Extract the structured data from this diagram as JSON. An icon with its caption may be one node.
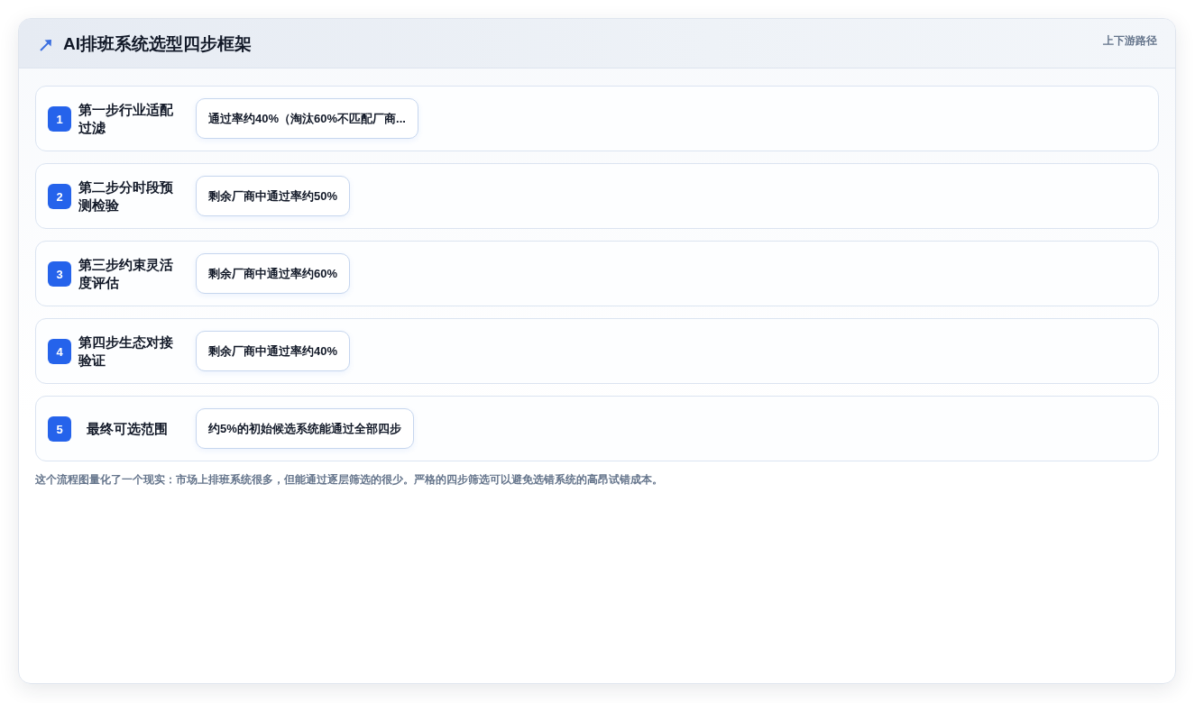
{
  "diagram": {
    "title": "AI排班系统选型四步框架",
    "caption": "这个流程图量化了一个现实：市场上排班系统很多，但能通过逐层筛选的很少。严格的四步筛选可以避免选错系统的高昂试错成本。",
    "nodes": [
      {
        "text": [
          "第一步行业适配过滤"
        ]
      },
      {
        "text": [
          "1"
        ],
        "in": 0
      },
      {
        "text": [
          "通过率约40%（淘汰60%不匹配厂商..."
        ],
        "in": 0
      },
      {
        "text": [
          "第二步分时段预测检验"
        ]
      },
      {
        "text": [
          "2"
        ],
        "in": 3
      },
      {
        "text": [
          "剩余厂商中通过率约50%"
        ],
        "in": 3
      },
      {
        "text": [
          "第三步约束灵活度评估"
        ]
      },
      {
        "text": [
          "3"
        ],
        "in": 6
      },
      {
        "text": [
          "剩余厂商中通过率约60%"
        ],
        "in": 6
      },
      {
        "text": [
          "第四步生态对接验证"
        ]
      },
      {
        "text": [
          "4"
        ],
        "in": 9
      },
      {
        "text": [
          "剩余厂商中通过率约40%"
        ],
        "in": 9
      },
      {
        "text": [
          "最终可选范围"
        ]
      },
      {
        "text": [
          "5"
        ],
        "in": 12
      },
      {
        "text": [
          "约5%的初始候选系统能通过全部四步"
        ],
        "in": 12
      }
    ],
    "labels": [
      "上下游路径"
    ]
  }
}
